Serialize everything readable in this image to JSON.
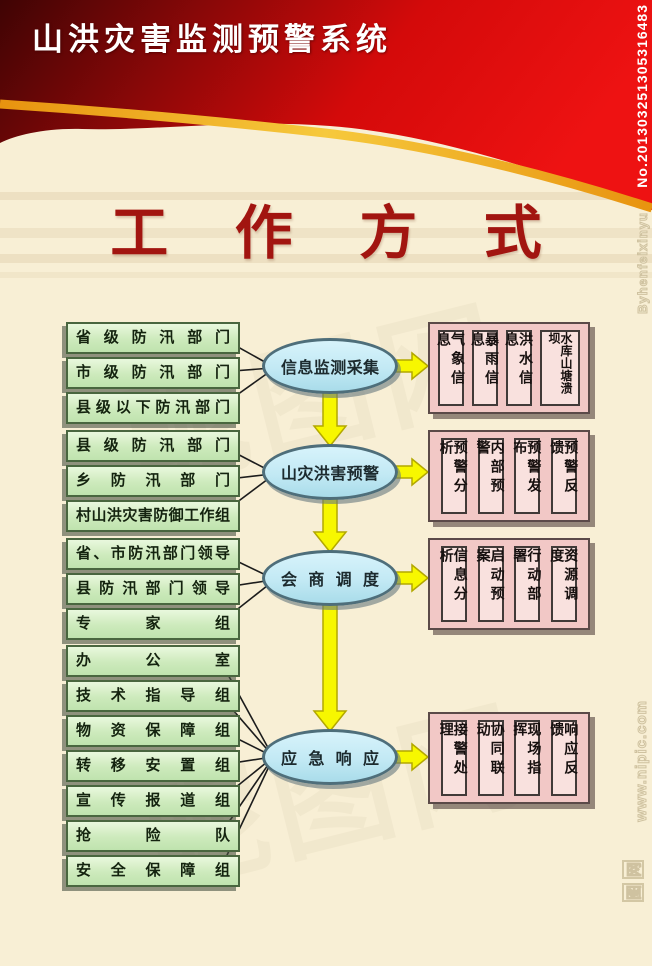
{
  "header": {
    "system_title": "山洪灾害监测预警系统"
  },
  "page_title": "工 作 方 式",
  "flow": {
    "stages": [
      {
        "label": "信息监测采集",
        "inputs": [
          "省级防汛部门",
          "市级防汛部门",
          "县级以下防汛部门"
        ],
        "outputs": [
          "气象信息",
          "暴雨信息",
          "洪水信息",
          "水库山塘溃坝"
        ]
      },
      {
        "label": "山灾洪害预警",
        "inputs": [
          "县级防汛部门",
          "乡防汛部门",
          "村山洪灾害防御工作组"
        ],
        "outputs": [
          "预警分析",
          "内部预警",
          "预警发布",
          "预警反馈"
        ]
      },
      {
        "label": "会商调度",
        "inputs": [
          "省、市防汛部门领导",
          "县防汛部门领导",
          "专家组"
        ],
        "outputs": [
          "信息分析",
          "启动预案",
          "行动部署",
          "资源调度"
        ]
      },
      {
        "label": "应急响应",
        "inputs": [
          "办公室",
          "技术指导组",
          "物资保障组",
          "转移安置组",
          "宣传报道组",
          "抢险队",
          "安全保障组"
        ],
        "outputs": [
          "接警处理",
          "协同联动",
          "现场指挥",
          "响应反馈"
        ]
      }
    ]
  },
  "watermarks": {
    "serial": "No.201303251305316483",
    "author": "Byhenfeixinyu",
    "site": "www.nipic.com",
    "logo_char_1": "图",
    "logo_char_2": "网",
    "diagonal": "昵图网"
  },
  "colors": {
    "banner_red": "#d40a0a",
    "banner_dark_red": "#3f0404",
    "swoosh_gold": "#f0a818",
    "title_red": "#a21510",
    "input_box_green": "#cfeabc",
    "stage_ellipse_blue": "#c2e9f4",
    "output_box_pink": "#f2c8c6",
    "arrow_yellow": "#f7f700",
    "background_cream": "#f8efd5"
  }
}
